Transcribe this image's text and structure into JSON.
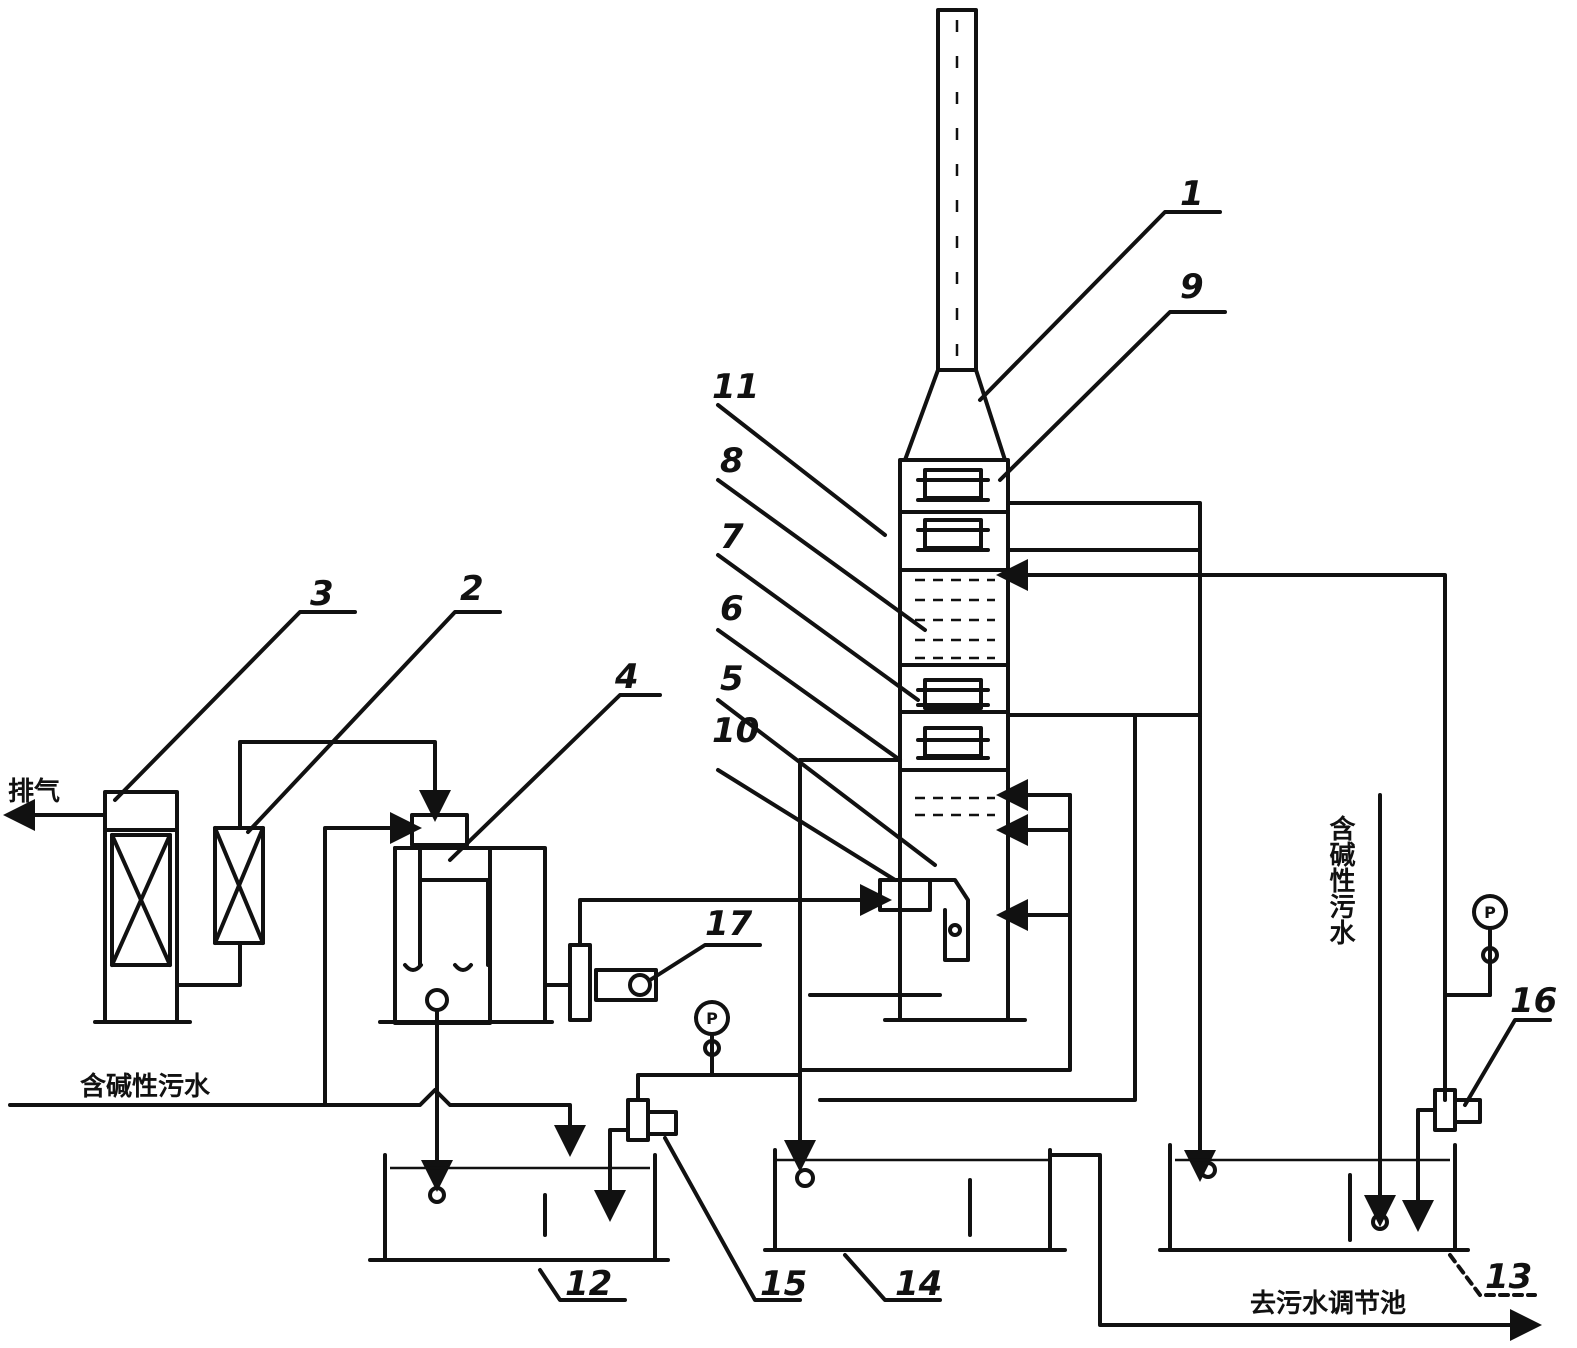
{
  "diagram": {
    "callouts": [
      {
        "id": "1",
        "text": "1"
      },
      {
        "id": "2",
        "text": "2"
      },
      {
        "id": "3",
        "text": "3"
      },
      {
        "id": "4",
        "text": "4"
      },
      {
        "id": "5",
        "text": "5"
      },
      {
        "id": "6",
        "text": "6"
      },
      {
        "id": "7",
        "text": "7"
      },
      {
        "id": "8",
        "text": "8"
      },
      {
        "id": "9",
        "text": "9"
      },
      {
        "id": "10",
        "text": "10"
      },
      {
        "id": "11",
        "text": "11"
      },
      {
        "id": "12",
        "text": "12"
      },
      {
        "id": "13",
        "text": "13"
      },
      {
        "id": "14",
        "text": "14"
      },
      {
        "id": "15",
        "text": "15"
      },
      {
        "id": "16",
        "text": "16"
      },
      {
        "id": "17",
        "text": "17"
      }
    ],
    "labels": {
      "exhaust_outlet": "排气",
      "alkaline_wastewater_in": "含碱性污水",
      "alkaline_wastewater_side": "含碱性污水",
      "to_regulating_pond": "去污水调节池"
    },
    "gauges": [
      {
        "id": "gauge-left",
        "text": "P"
      },
      {
        "id": "gauge-right",
        "text": "P"
      }
    ]
  }
}
